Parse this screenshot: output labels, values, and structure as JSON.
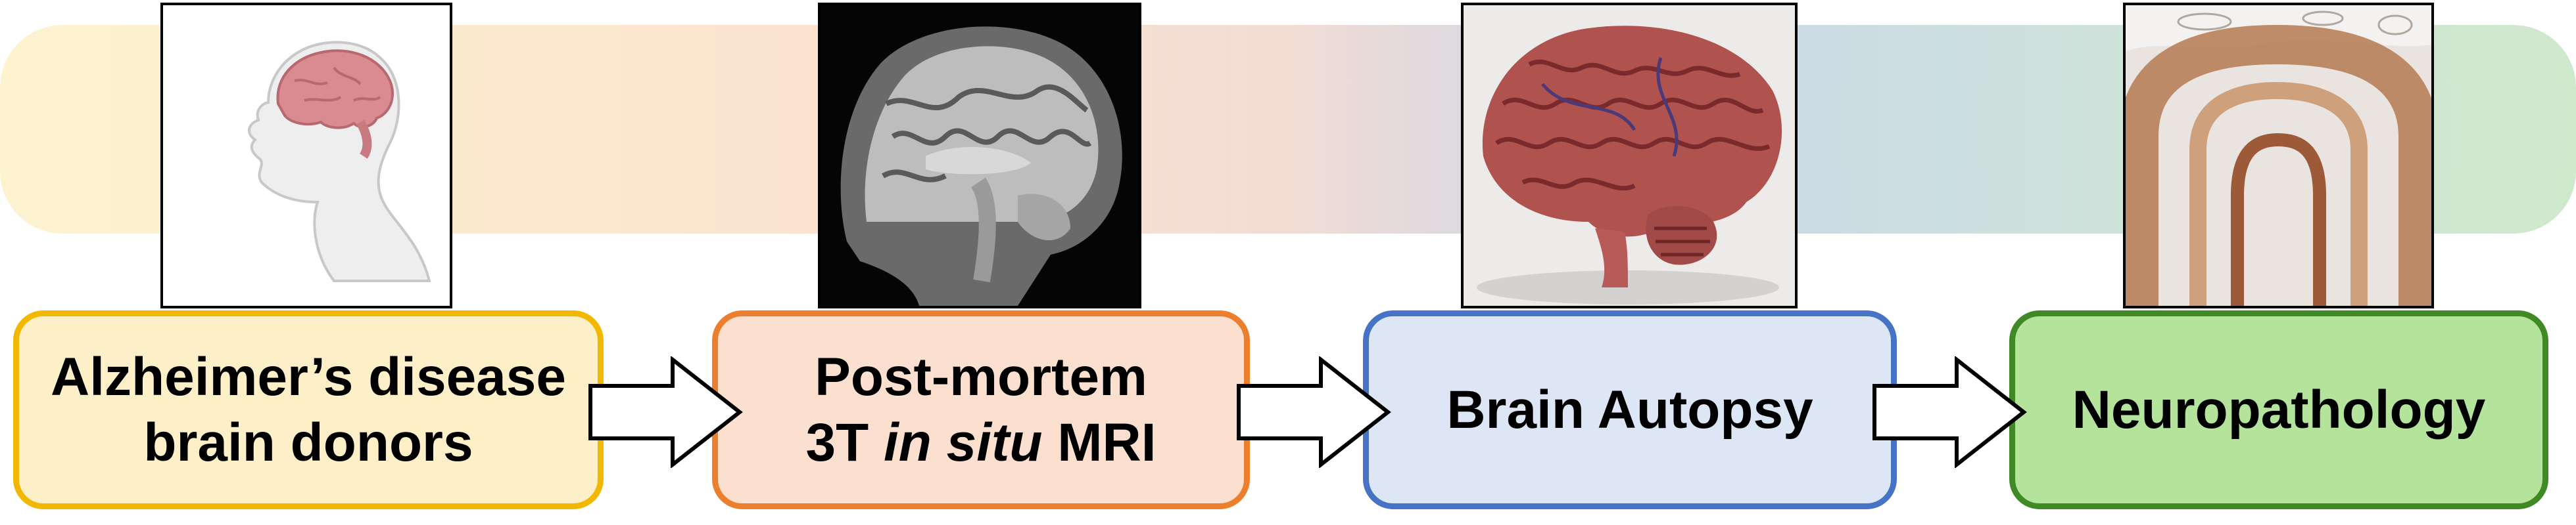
{
  "colors": {
    "step1_fill": "#fdf0c8",
    "step1_border": "#f2b800",
    "step2_fill": "#fbe0d0",
    "step2_border": "#ec7f2e",
    "step3_fill": "#dce6f5",
    "step3_border": "#4673c5",
    "step4_fill": "#b4e39c",
    "step4_border": "#3f8a25"
  },
  "images": [
    {
      "icon": "head-brain-illustration"
    },
    {
      "icon": "sagittal-mri-scan"
    },
    {
      "icon": "autopsy-brain-photo"
    },
    {
      "icon": "histology-section-image"
    }
  ],
  "steps": [
    {
      "line1": "Alzheimer’s disease",
      "line2": "brain donors"
    },
    {
      "line1": "Post-mortem",
      "line2_prefix": "3T ",
      "line2_italic": "in situ",
      "line2_suffix": " MRI"
    },
    {
      "line1": "Brain Autopsy"
    },
    {
      "line1": "Neuropathology"
    }
  ],
  "arrows": [
    {
      "icon": "right-arrow"
    },
    {
      "icon": "right-arrow"
    },
    {
      "icon": "right-arrow"
    }
  ]
}
